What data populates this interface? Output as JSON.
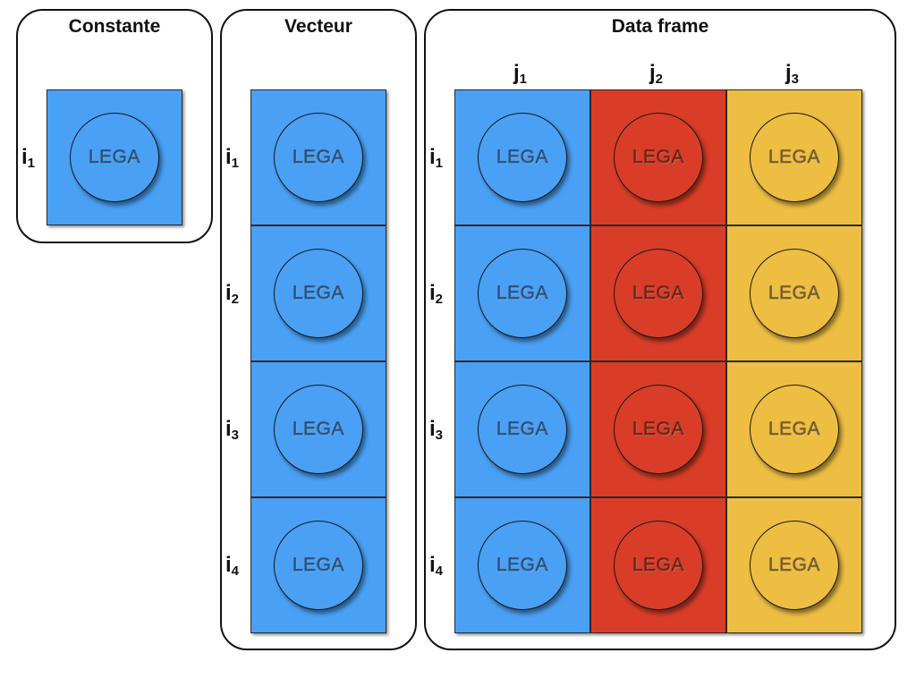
{
  "colors": {
    "blue": "#4aa0f5",
    "red": "#d93d27",
    "yellow": "#eebe43"
  },
  "brick_text": "LEGA",
  "panels": {
    "constante": {
      "title": "Constante",
      "rows": [
        {
          "base": "i",
          "sub": "1"
        }
      ],
      "bricks": [
        {
          "row": 0,
          "col": 0,
          "color": "blue"
        }
      ]
    },
    "vecteur": {
      "title": "Vecteur",
      "rows": [
        {
          "base": "i",
          "sub": "1"
        },
        {
          "base": "i",
          "sub": "2"
        },
        {
          "base": "i",
          "sub": "3"
        },
        {
          "base": "i",
          "sub": "4"
        }
      ],
      "bricks": [
        {
          "row": 0,
          "col": 0,
          "color": "blue"
        },
        {
          "row": 1,
          "col": 0,
          "color": "blue"
        },
        {
          "row": 2,
          "col": 0,
          "color": "blue"
        },
        {
          "row": 3,
          "col": 0,
          "color": "blue"
        }
      ]
    },
    "dataframe": {
      "title": "Data frame",
      "rows": [
        {
          "base": "i",
          "sub": "1"
        },
        {
          "base": "i",
          "sub": "2"
        },
        {
          "base": "i",
          "sub": "3"
        },
        {
          "base": "i",
          "sub": "4"
        }
      ],
      "columns": [
        {
          "base": "j",
          "sub": "1"
        },
        {
          "base": "j",
          "sub": "2"
        },
        {
          "base": "j",
          "sub": "3"
        }
      ],
      "column_colors": [
        "blue",
        "red",
        "yellow"
      ]
    }
  }
}
